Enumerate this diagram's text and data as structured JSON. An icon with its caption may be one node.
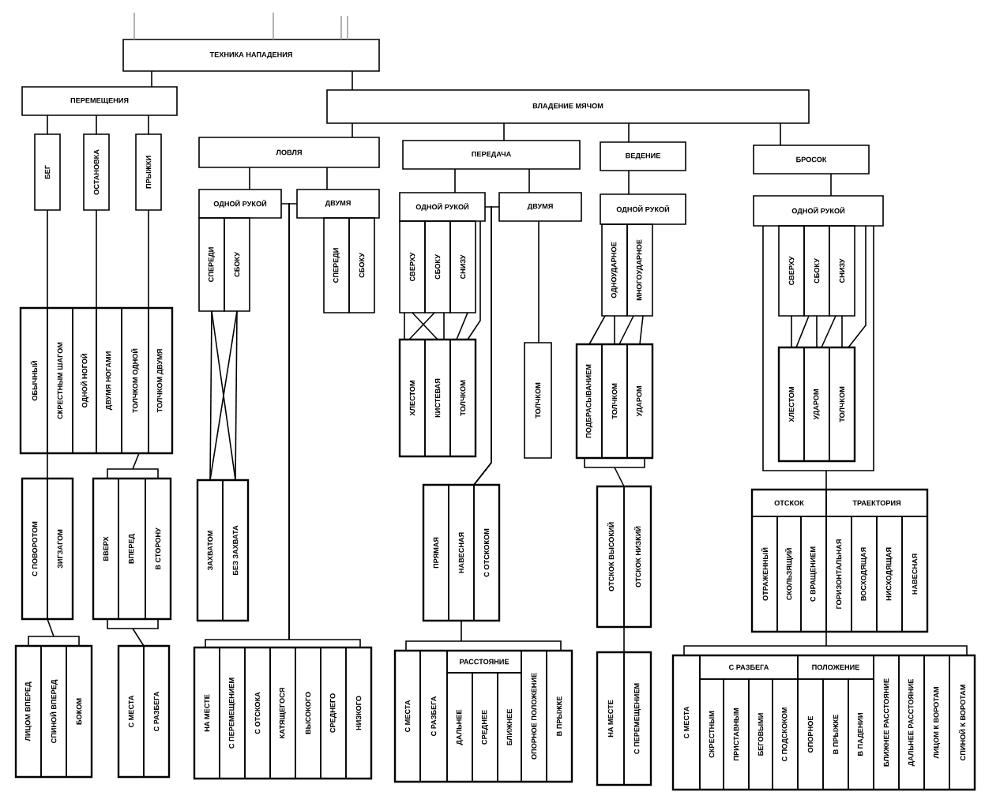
{
  "diagram": {
    "nodes": [
      {
        "text": [
          "ТЕХНИКА НАПАДЕНИЯ"
        ]
      },
      {
        "text": [
          "ПЕРЕМЕЩЕНИЯ"
        ]
      },
      {
        "text": [
          "ВЛАДЕНИЕ МЯЧОМ"
        ]
      },
      {
        "text": [
          "БЕГ"
        ]
      },
      {
        "text": [
          "ОСТАНОВКА"
        ]
      },
      {
        "text": [
          "ПРЫЖКИ"
        ]
      },
      {
        "text": [
          "ЛОВЛЯ"
        ]
      },
      {
        "text": [
          "ПЕРЕДАЧА"
        ]
      },
      {
        "text": [
          "ВЕДЕНИЕ"
        ]
      },
      {
        "text": [
          "БРОСОК"
        ]
      },
      {
        "text": [
          "ОДНОЙ РУКОЙ"
        ]
      },
      {
        "text": [
          "ДВУМЯ"
        ]
      },
      {
        "text": [
          "ОДНОЙ РУКОЙ"
        ]
      },
      {
        "text": [
          "ДВУМЯ"
        ]
      },
      {
        "text": [
          "ОДНОЙ РУКОЙ"
        ]
      },
      {
        "text": [
          "ОДНОЙ РУКОЙ"
        ]
      },
      {
        "text": [
          "СПЕРЕДИ"
        ]
      },
      {
        "text": [
          "СБОКУ"
        ]
      },
      {
        "text": [
          "СПЕРЕДИ"
        ]
      },
      {
        "text": [
          "СБОКУ"
        ]
      },
      {
        "text": [
          "СВЕРХУ"
        ]
      },
      {
        "text": [
          "СБОКУ"
        ]
      },
      {
        "text": [
          "СНИЗУ"
        ]
      },
      {
        "text": [
          "ОДНОУДАРНОЕ"
        ]
      },
      {
        "text": [
          "МНОГОУДАРНОЕ"
        ]
      },
      {
        "text": [
          "СВЕРХУ"
        ]
      },
      {
        "text": [
          "СБОКУ"
        ]
      },
      {
        "text": [
          "СНИЗУ"
        ]
      },
      {
        "text": [],
        "shape": "box"
      },
      {
        "text": [
          "ОБЫЧНЫЙ"
        ],
        "in": 28
      },
      {
        "text": [
          "СКРЕСТНЫМ ШАГОМ"
        ],
        "in": 28
      },
      {
        "text": [
          "ОДНОЙ НОГОЙ"
        ],
        "in": 28
      },
      {
        "text": [
          "ДВУМЯ НОГАМИ"
        ],
        "in": 28
      },
      {
        "text": [
          "ТОЛЧКОМ ОДНОЙ"
        ],
        "in": 28
      },
      {
        "text": [
          "ТОЛЧКОМ ДВУМЯ"
        ],
        "in": 28
      },
      {
        "text": [],
        "shape": "box"
      },
      {
        "text": [
          "ХЛЕСТОМ"
        ],
        "in": 35
      },
      {
        "text": [
          "КИСТЕВАЯ"
        ],
        "in": 35
      },
      {
        "text": [
          "ТОЛЧКОМ"
        ],
        "in": 35
      },
      {
        "text": [
          "ТОЛЧКОМ"
        ]
      },
      {
        "text": [],
        "shape": "box"
      },
      {
        "text": [
          "ПОДБРАСЫВАНИЕМ"
        ],
        "in": 40
      },
      {
        "text": [
          "ТОЛЧКОМ"
        ],
        "in": 40
      },
      {
        "text": [
          "УДАРОМ"
        ],
        "in": 40
      },
      {
        "text": [],
        "shape": "box"
      },
      {
        "text": [
          "ХЛЕСТОМ"
        ],
        "in": 44
      },
      {
        "text": [
          "УДАРОМ"
        ],
        "in": 44
      },
      {
        "text": [
          "ТОЛЧКОМ"
        ],
        "in": 44
      },
      {
        "text": [],
        "shape": "box"
      },
      {
        "text": [
          "С ПОВОРОТОМ"
        ],
        "in": 48
      },
      {
        "text": [
          "ЗИГЗАГОМ"
        ],
        "in": 48
      },
      {
        "text": [],
        "shape": "box"
      },
      {
        "text": [
          "ВВЕРХ"
        ],
        "in": 51
      },
      {
        "text": [
          "ВПЕРЕД"
        ],
        "in": 51
      },
      {
        "text": [
          "В СТОРОНУ"
        ],
        "in": 51
      },
      {
        "text": [],
        "shape": "box"
      },
      {
        "text": [
          "ЗАХВАТОМ"
        ],
        "in": 55
      },
      {
        "text": [
          "БЕЗ ЗАХВАТА"
        ],
        "in": 55
      },
      {
        "text": [],
        "shape": "box"
      },
      {
        "text": [
          "ПРЯМАЯ"
        ],
        "in": 58
      },
      {
        "text": [
          "НАВЕСНАЯ"
        ],
        "in": 58
      },
      {
        "text": [
          "С ОТСКОКОМ"
        ],
        "in": 58
      },
      {
        "text": [],
        "shape": "box"
      },
      {
        "text": [
          "ОТСКОК ВЫСОКИЙ"
        ],
        "in": 62
      },
      {
        "text": [
          "ОТСКОК НИЗКИЙ"
        ],
        "in": 62
      },
      {
        "text": [],
        "shape": "box"
      },
      {
        "text": [
          "ОТСКОК"
        ],
        "in": 65
      },
      {
        "text": [
          "ТРАЕКТОРИЯ"
        ],
        "in": 65
      },
      {
        "text": [
          "ОТРАЖЕННЫЙ"
        ],
        "in": 65
      },
      {
        "text": [
          "СКОЛЬЗЯЩИЙ"
        ],
        "in": 65
      },
      {
        "text": [
          "С ВРАЩЕНИЕМ"
        ],
        "in": 65
      },
      {
        "text": [
          "ГОРИЗОНТАЛЬНАЯ"
        ],
        "in": 65
      },
      {
        "text": [
          "ВОСХОДЯЩАЯ"
        ],
        "in": 65
      },
      {
        "text": [
          "НИСХОДЯЩАЯ"
        ],
        "in": 65
      },
      {
        "text": [
          "НАВЕСНАЯ"
        ],
        "in": 65
      },
      {
        "text": [],
        "shape": "box"
      },
      {
        "text": [
          "ЛИЦОМ ВПЕРЕД"
        ],
        "in": 75
      },
      {
        "text": [
          "СПИНОЙ ВПЕРЕД"
        ],
        "in": 75
      },
      {
        "text": [
          "БОКОМ"
        ],
        "in": 75
      },
      {
        "text": [],
        "shape": "box"
      },
      {
        "text": [
          "С МЕСТА"
        ],
        "in": 79
      },
      {
        "text": [
          "С РАЗБЕГА"
        ],
        "in": 79
      },
      {
        "text": [],
        "shape": "box"
      },
      {
        "text": [
          "НА МЕСТЕ"
        ],
        "in": 82
      },
      {
        "text": [
          "С ПЕРЕМЕЩЕНИЕМ"
        ],
        "in": 82
      },
      {
        "text": [
          "С ОТСКОКА"
        ],
        "in": 82
      },
      {
        "text": [
          "КАТЯЩЕГОСЯ"
        ],
        "in": 82
      },
      {
        "text": [
          "ВЫСОКОГО"
        ],
        "in": 82
      },
      {
        "text": [
          "СРЕДНЕГО"
        ],
        "in": 82
      },
      {
        "text": [
          "НИЗКОГО"
        ],
        "in": 82
      },
      {
        "text": [],
        "shape": "box"
      },
      {
        "text": [
          "С МЕСТА"
        ],
        "in": 90
      },
      {
        "text": [
          "С РАЗБЕГА"
        ],
        "in": 90
      },
      {
        "text": [
          "РАССТОЯНИЕ"
        ],
        "in": 90
      },
      {
        "text": [
          "ДАЛЬНЕЕ"
        ],
        "in": 90
      },
      {
        "text": [
          "СРЕДНЕЕ"
        ],
        "in": 90
      },
      {
        "text": [
          "БЛИЖНЕЕ"
        ],
        "in": 90
      },
      {
        "text": [
          "ОПОРНОЕ ПОЛОЖЕНИЕ"
        ],
        "in": 90
      },
      {
        "text": [
          "В ПРЫЖКЕ"
        ],
        "in": 90
      },
      {
        "text": [],
        "shape": "box"
      },
      {
        "text": [
          "НА МЕСТЕ"
        ],
        "in": 99
      },
      {
        "text": [
          "С ПЕРЕМЕЩЕНИЕМ"
        ],
        "in": 99
      },
      {
        "text": [],
        "shape": "box"
      },
      {
        "text": [
          "С МЕСТА"
        ],
        "in": 102
      },
      {
        "text": [
          "С РАЗБЕГА"
        ],
        "in": 102
      },
      {
        "text": [
          "ПОЛОЖЕНИЕ"
        ],
        "in": 102
      },
      {
        "text": [
          "СКРЕСТНЫМ"
        ],
        "in": 102
      },
      {
        "text": [
          "ПРИСТАВНЫМ"
        ],
        "in": 102
      },
      {
        "text": [
          "БЕГОВЫМИ"
        ],
        "in": 102
      },
      {
        "text": [
          "С ПОДСКОКОМ"
        ],
        "in": 102
      },
      {
        "text": [
          "ОПОРНОЕ"
        ],
        "in": 102
      },
      {
        "text": [
          "В ПРЫЖКЕ"
        ],
        "in": 102
      },
      {
        "text": [
          "В ПАДЕНИИ"
        ],
        "in": 102
      },
      {
        "text": [
          "БЛИЖНЕЕ РАССТОЯНИЕ"
        ],
        "in": 102
      },
      {
        "text": [
          "ДАЛЬНЕЕ РАССТОЯНИЕ"
        ],
        "in": 102
      },
      {
        "text": [
          "ЛИЦОМ К ВОРОТАМ"
        ],
        "in": 102
      },
      {
        "text": [
          "СПИНОЙ К ВОРОТАМ"
        ],
        "in": 102
      }
    ],
    "edges": [
      {
        "from": 0,
        "to": 1,
        "arrow": "none"
      },
      {
        "from": 0,
        "to": 2,
        "arrow": "none"
      },
      {
        "from": 1,
        "to": 3,
        "arrow": "none"
      },
      {
        "from": 1,
        "to": 4,
        "arrow": "none"
      },
      {
        "from": 1,
        "to": 5,
        "arrow": "none"
      },
      {
        "from": 2,
        "to": 6,
        "arrow": "none"
      },
      {
        "from": 2,
        "to": 7,
        "arrow": "none"
      },
      {
        "from": 2,
        "to": 8,
        "arrow": "none"
      },
      {
        "from": 2,
        "to": 9,
        "arrow": "none"
      },
      {
        "from": 6,
        "to": 10,
        "arrow": "none"
      },
      {
        "from": 6,
        "to": 11,
        "arrow": "none"
      },
      {
        "from": 7,
        "to": 12,
        "arrow": "none"
      },
      {
        "from": 7,
        "to": 13,
        "arrow": "none"
      },
      {
        "from": 8,
        "to": 14,
        "arrow": "none"
      },
      {
        "from": 9,
        "to": 15,
        "arrow": "none"
      },
      {
        "from": 3,
        "to": 28,
        "arrow": "none"
      },
      {
        "from": 4,
        "to": 28,
        "arrow": "none"
      },
      {
        "from": 5,
        "to": 28,
        "arrow": "none"
      },
      {
        "from": 28,
        "to": 48,
        "arrow": "none"
      },
      {
        "from": 28,
        "to": 51,
        "arrow": "none"
      },
      {
        "from": 48,
        "to": 75,
        "arrow": "none"
      },
      {
        "from": 51,
        "to": 79,
        "arrow": "none"
      },
      {
        "from": 16,
        "to": 56,
        "arrow": "none"
      },
      {
        "from": 16,
        "to": 57,
        "arrow": "none"
      },
      {
        "from": 17,
        "to": 56,
        "arrow": "none"
      },
      {
        "from": 17,
        "to": 57,
        "arrow": "none"
      },
      {
        "from": 10,
        "to": 82,
        "arrow": "none"
      },
      {
        "from": 11,
        "to": 82,
        "arrow": "none"
      },
      {
        "from": 20,
        "to": 36,
        "arrow": "none"
      },
      {
        "from": 20,
        "to": 37,
        "arrow": "none"
      },
      {
        "from": 21,
        "to": 36,
        "arrow": "none"
      },
      {
        "from": 21,
        "to": 37,
        "arrow": "none"
      },
      {
        "from": 22,
        "to": 38,
        "arrow": "none"
      },
      {
        "from": 13,
        "to": 39,
        "arrow": "none"
      },
      {
        "from": 12,
        "to": 58,
        "arrow": "none"
      },
      {
        "from": 13,
        "to": 58,
        "arrow": "none"
      },
      {
        "from": 58,
        "to": 90,
        "arrow": "none"
      },
      {
        "from": 23,
        "to": 41,
        "arrow": "none"
      },
      {
        "from": 23,
        "to": 42,
        "arrow": "none"
      },
      {
        "from": 24,
        "to": 42,
        "arrow": "none"
      },
      {
        "from": 24,
        "to": 43,
        "arrow": "none"
      },
      {
        "from": 40,
        "to": 62,
        "arrow": "none"
      },
      {
        "from": 62,
        "to": 99,
        "arrow": "none"
      },
      {
        "from": 25,
        "to": 45,
        "arrow": "none"
      },
      {
        "from": 26,
        "to": 45,
        "arrow": "none"
      },
      {
        "from": 26,
        "to": 46,
        "arrow": "none"
      },
      {
        "from": 27,
        "to": 46,
        "arrow": "none"
      },
      {
        "from": 27,
        "to": 47,
        "arrow": "none"
      },
      {
        "from": 15,
        "to": 47,
        "arrow": "none"
      },
      {
        "from": 15,
        "to": 65,
        "arrow": "none"
      },
      {
        "from": 65,
        "to": 102,
        "arrow": "none"
      },
      {
        "from": null,
        "to": 0,
        "arrow": "none",
        "color": "#a0a0a0"
      },
      {
        "from": null,
        "to": 0,
        "arrow": "none",
        "color": "#a0a0a0"
      },
      {
        "from": null,
        "to": 0,
        "arrow": "none",
        "color": "#a0a0a0"
      },
      {
        "from": null,
        "to": 0,
        "arrow": "none",
        "color": "#a0a0a0"
      },
      {
        "from": 12,
        "to": 38,
        "arrow": "none"
      }
    ]
  }
}
